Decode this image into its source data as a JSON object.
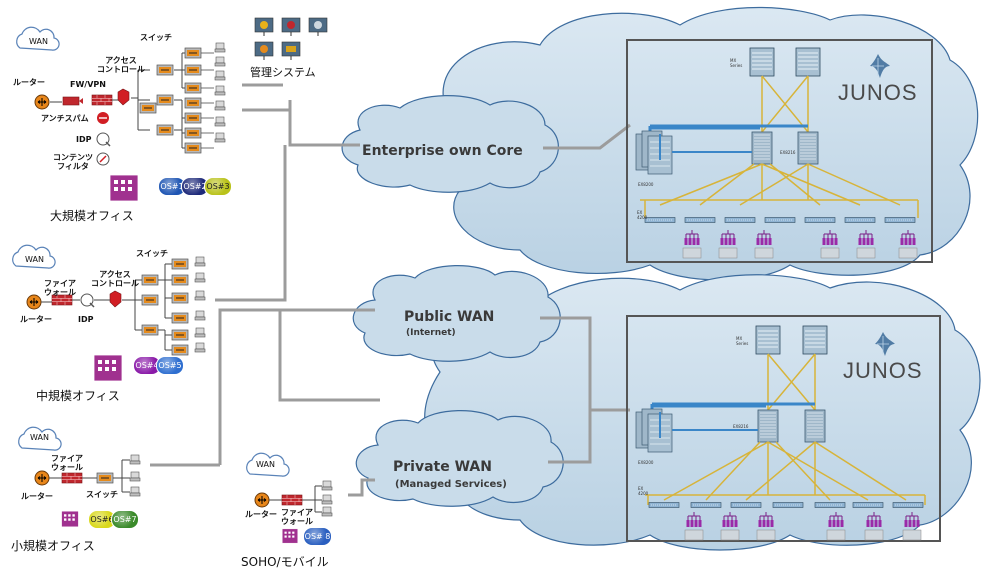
{
  "sites": {
    "large": {
      "caption": "大規模オフィス",
      "wan": "WAN",
      "router": "ルーター",
      "fw_vpn": "FW/VPN",
      "switch": "スイッチ",
      "access_control": "アクセス\nコントロール",
      "antispam": "アンチスパム",
      "idp": "IDP",
      "content_filter": "コンテンツ\nフィルタ",
      "os_tags": [
        "OS#1",
        "OS#2",
        "OS#3"
      ]
    },
    "mid": {
      "caption": "中規模オフィス",
      "wan": "WAN",
      "router": "ルーター",
      "firewall": "ファイア\nウォール",
      "idp": "IDP",
      "access_control": "アクセス\nコントロール",
      "switch": "スイッチ",
      "os_tags": [
        "OS#4",
        "OS#5"
      ]
    },
    "small": {
      "caption": "小規模オフィス",
      "wan": "WAN",
      "router": "ルーター",
      "firewall": "ファイア\nウォール",
      "switch": "スイッチ",
      "os_tags": [
        "OS#6",
        "OS#7"
      ]
    },
    "soho": {
      "caption": "SOHO/モバイル",
      "wan": "WAN",
      "router": "ルーター",
      "firewall": "ファイア\nウォール",
      "os_tags": [
        "OS# 8"
      ]
    }
  },
  "management": {
    "caption": "管理システム"
  },
  "clouds": {
    "core": {
      "title": "Enterprise own Core"
    },
    "public": {
      "title": "Public WAN",
      "subtitle": "(Internet)"
    },
    "private": {
      "title": "Private WAN",
      "subtitle": "(Managed Services)"
    }
  },
  "datacenters": [
    {
      "logo": "JUNOS",
      "mx_label": "MX\nSeries",
      "ex8216_label": "EX8216",
      "ex8200_label": "EX8200",
      "ex4200_label": "EX\n4200"
    },
    {
      "logo": "JUNOS",
      "mx_label": "MX\nSeries",
      "ex8216_label": "EX8216",
      "ex8200_label": "EX8200",
      "ex4200_label": "EX\n4200"
    }
  ],
  "colors": {
    "os_tags": [
      "#1e55b3",
      "#1e2a7a",
      "#b9c21a",
      "#8a1aa8",
      "#2f6fd0",
      "#d9d81a",
      "#3a8a2a",
      "#2a5fc0"
    ],
    "cloud_fill": "#c6dbe9",
    "link_yellow": "#d7b43a",
    "link_blue": "#3a86c8",
    "gray_link": "#9c9c9c"
  }
}
